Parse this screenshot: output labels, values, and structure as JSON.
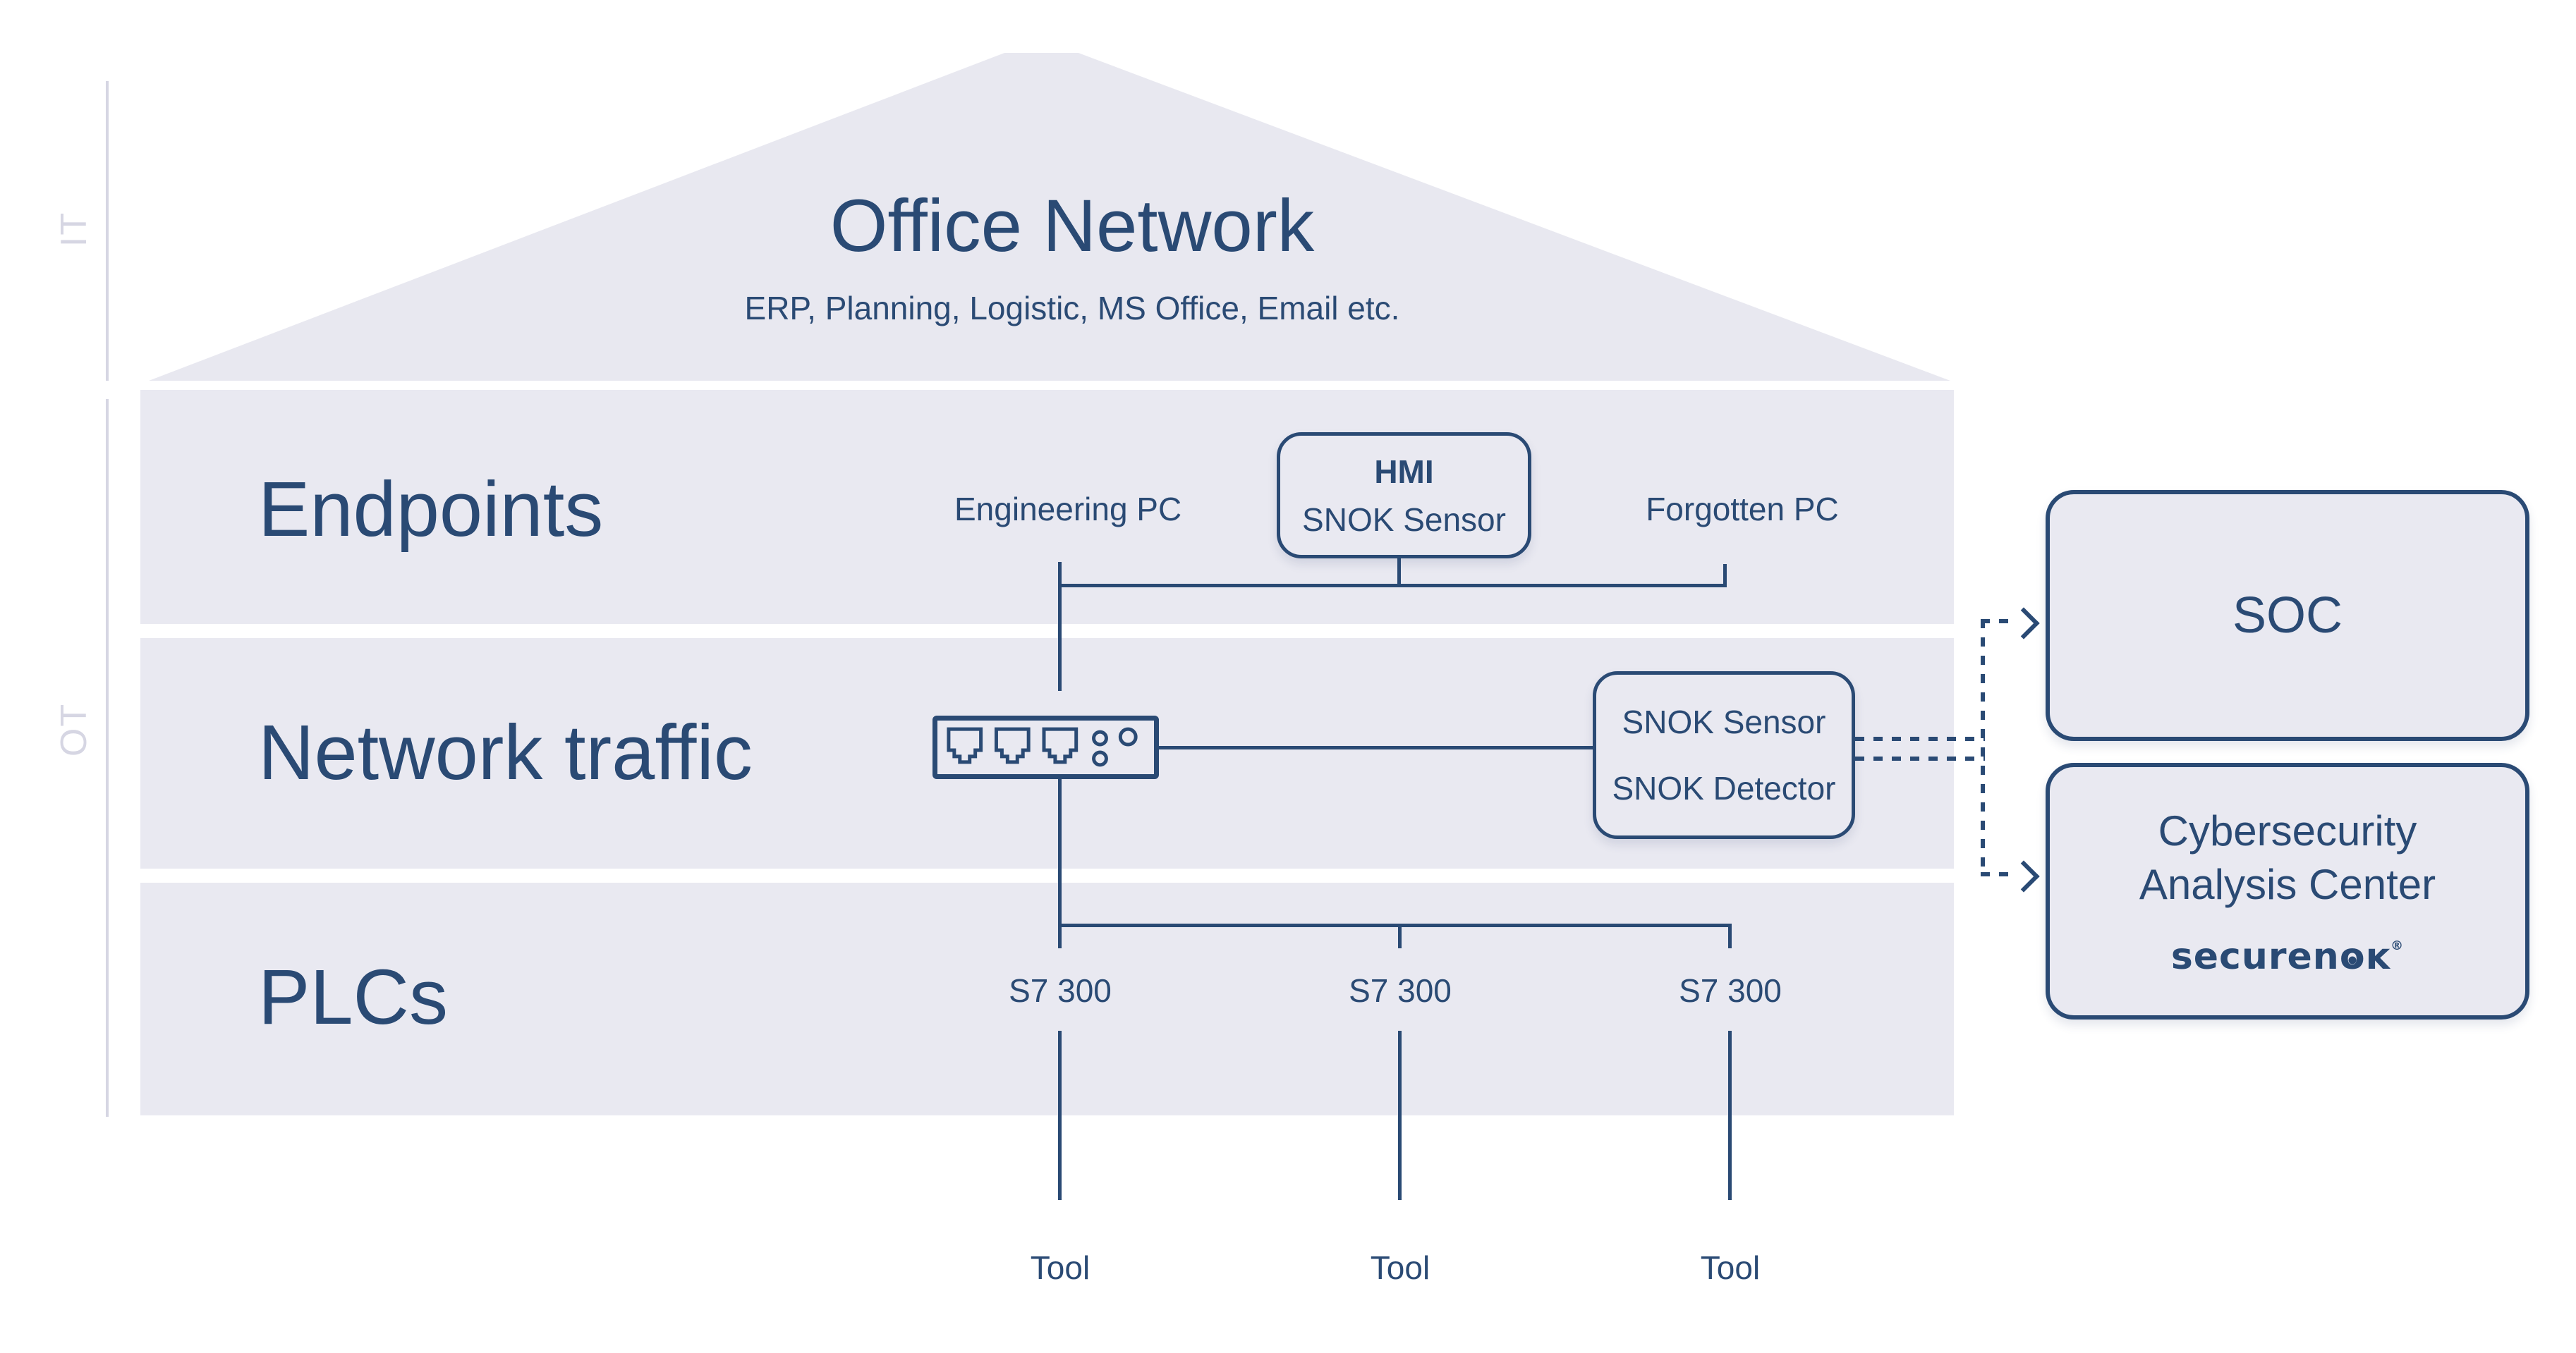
{
  "colors": {
    "navy": "#2a4a74",
    "band": "#e9e9f1",
    "roof": "#e8e8f0",
    "muted": "#d6d6e3",
    "page": "#ffffff"
  },
  "zones": {
    "it": "IT",
    "ot": "OT"
  },
  "roof": {
    "title": "Office Network",
    "subtitle": "ERP, Planning, Logistic, MS Office, Email etc."
  },
  "bands": {
    "endpoints": {
      "label": "Endpoints"
    },
    "network": {
      "label": "Network traffic"
    },
    "plcs": {
      "label": "PLCs"
    }
  },
  "endpoints": {
    "engineering_pc": "Engineering PC",
    "hmi": {
      "title": "HMI",
      "subtitle": "SNOK Sensor"
    },
    "forgotten_pc": "Forgotten PC"
  },
  "network": {
    "switch_icon": "ethernet-switch-icon",
    "snok_box": {
      "line1": "SNOK Sensor",
      "line2": "SNOK Detector"
    }
  },
  "plc_row": {
    "plcs": [
      "S7 300",
      "S7 300",
      "S7 300"
    ],
    "tools": [
      "Tool",
      "Tool",
      "Tool"
    ]
  },
  "right_column": {
    "soc": {
      "label": "SOC"
    },
    "cac": {
      "line1": "Cybersecurity",
      "line2": "Analysis Center",
      "logo": {
        "part1": "securen",
        "part2": "o",
        "part3": "ĸ",
        "reg": "®"
      }
    }
  }
}
